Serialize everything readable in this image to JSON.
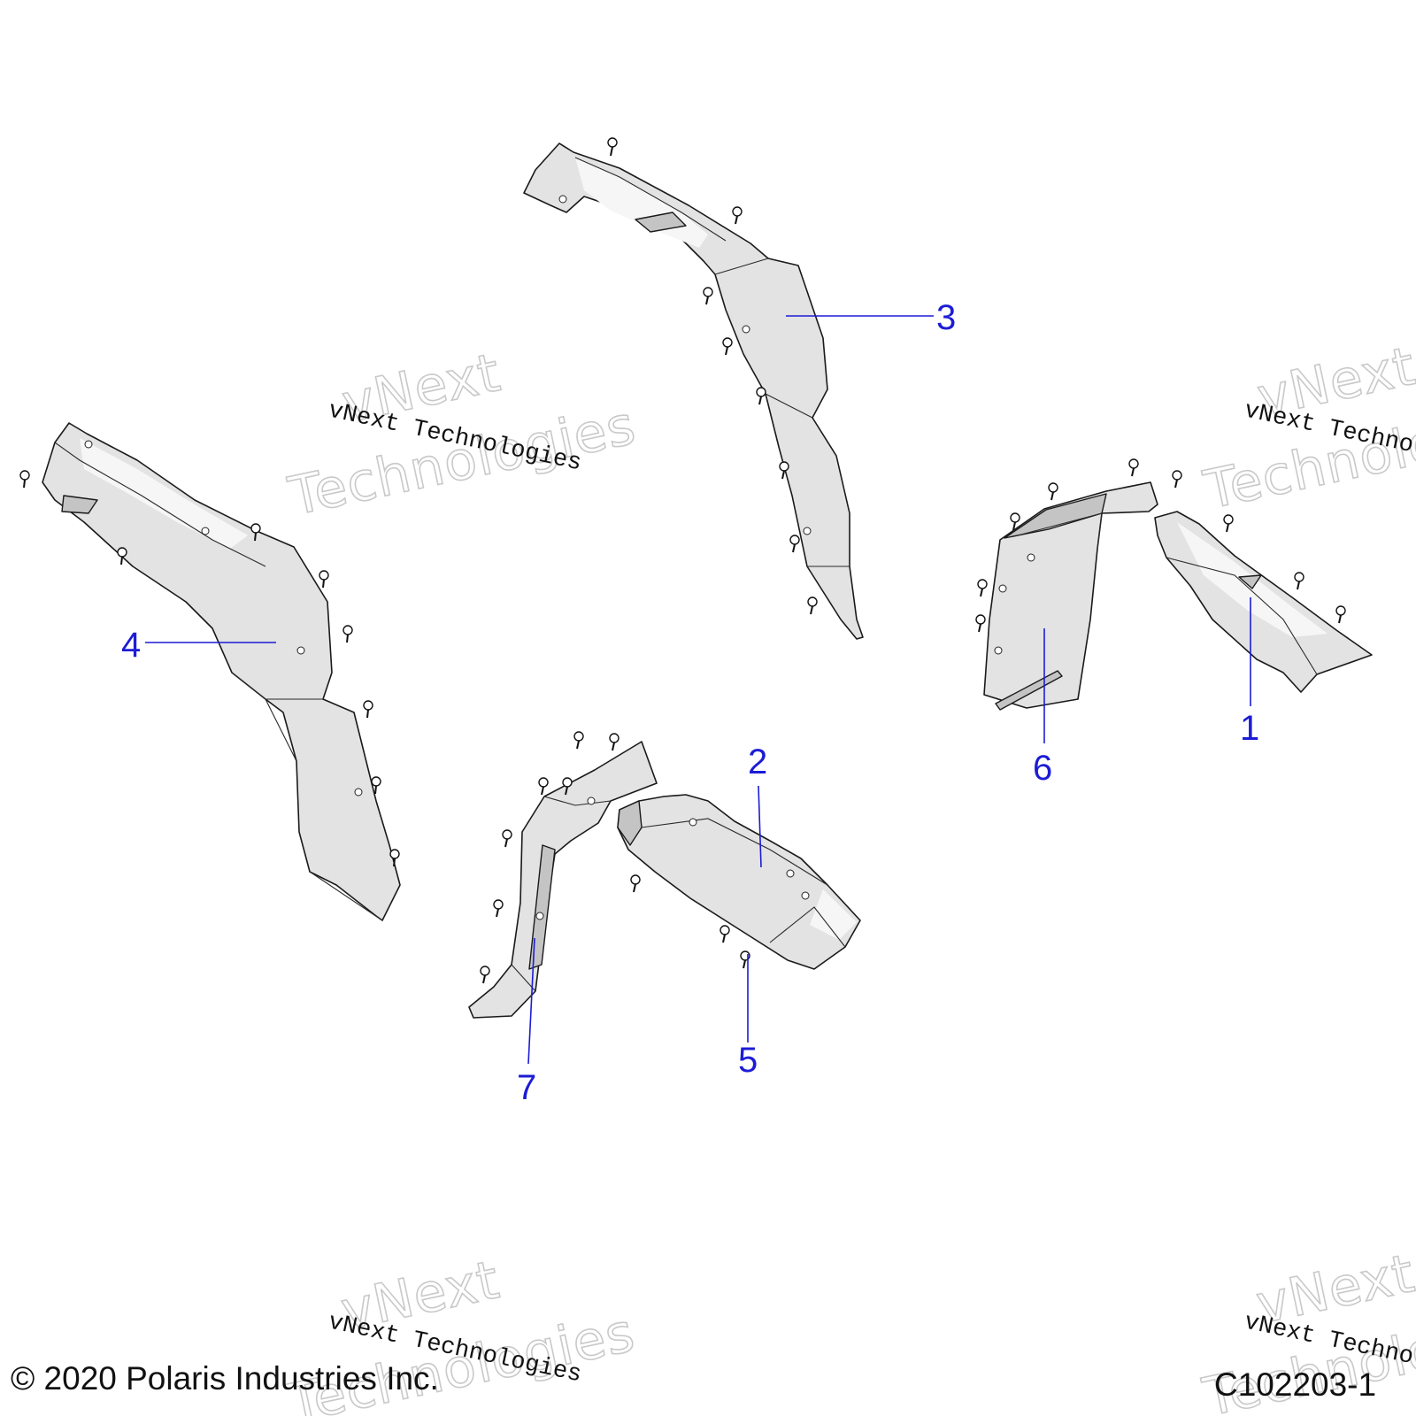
{
  "callouts": [
    {
      "id": "callout-1",
      "label": "1"
    },
    {
      "id": "callout-2",
      "label": "2"
    },
    {
      "id": "callout-3",
      "label": "3"
    },
    {
      "id": "callout-4",
      "label": "4"
    },
    {
      "id": "callout-5",
      "label": "5"
    },
    {
      "id": "callout-6",
      "label": "6"
    },
    {
      "id": "callout-7",
      "label": "7"
    }
  ],
  "watermark": {
    "line_small": "vNext Technologies",
    "line_big_1": "vNext",
    "line_big_2": "Technologies"
  },
  "footer": {
    "copyright": "© 2020 Polaris Industries Inc.",
    "drawing_id": "C102203-1"
  },
  "colors": {
    "callout": "#1c1cd6",
    "part_fill": "#e3e3e3",
    "outline": "#1a1a1a"
  }
}
